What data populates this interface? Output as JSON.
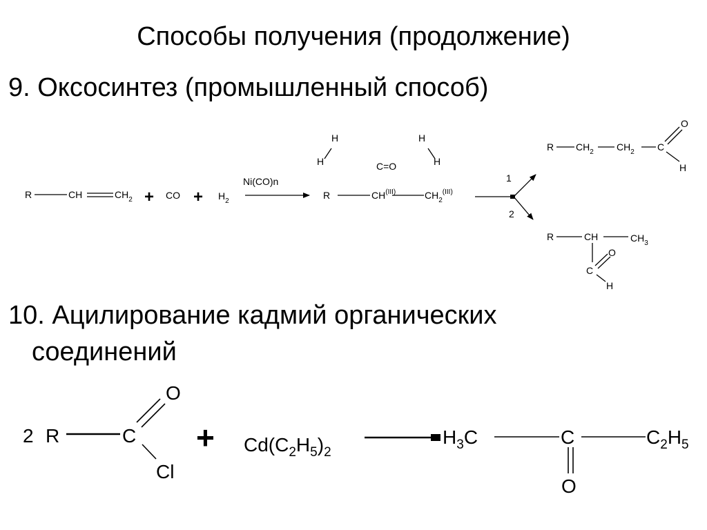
{
  "slide": {
    "title": "Способы получения (продолжение)",
    "item9": "9. Оксосинтез (промышленный способ)",
    "item10_line1": "10. Ацилирование кадмий органических",
    "item10_line2": "соединений"
  },
  "scheme1": {
    "reactant_r": "R",
    "reactant_ch": "CH",
    "reactant_ch2": "CH",
    "sub_2": "2",
    "plus": "+",
    "co": "CO",
    "h2": "H",
    "catalyst": "Ni(CO)n",
    "h": "H",
    "co_group": "C=O",
    "inter_r": "R",
    "inter_ch": "CH",
    "inter_ch2": "CH",
    "ox_state": "(III)",
    "path1": "1",
    "path2": "2",
    "p1_r": "R",
    "p1_ch2a": "CH",
    "p1_ch2b": "CH",
    "p1_c": "C",
    "p1_o": "O",
    "p1_h": "H",
    "p2_r": "R",
    "p2_ch": "CH",
    "p2_ch3": "CH",
    "sub_3": "3",
    "p2_c": "C",
    "p2_o": "O",
    "p2_h": "H"
  },
  "scheme2": {
    "coef": "2",
    "r": "R",
    "c": "C",
    "o": "O",
    "cl": "Cl",
    "plus": "+",
    "cd_a": "Cd(C",
    "cd_sub2": "2",
    "cd_h": "H",
    "cd_sub5": "5",
    "cd_close": ")",
    "prod_h": "H",
    "prod_sub3": "3",
    "prod_c": "C",
    "prod_center_c": "C",
    "prod_o": "O",
    "prod_c2": "C",
    "prod_sub2": "2",
    "prod_h5": "H",
    "prod_sub5": "5"
  }
}
